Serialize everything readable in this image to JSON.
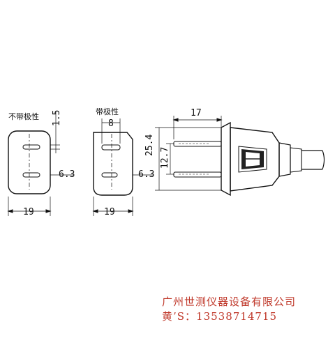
{
  "diagram": {
    "left_view": {
      "label": "不带极性",
      "dim_pin_gap": "1.5",
      "dim_pin_spacing": "6.3",
      "dim_width": "19"
    },
    "middle_view": {
      "label": "带极性",
      "dim_pin_width": "8",
      "dim_pin_spacing": "6.3",
      "dim_width": "19"
    },
    "side_view": {
      "dim_pin_length": "17",
      "dim_body_height": "25.4",
      "dim_pin_offset": "12.7"
    }
  },
  "footer": {
    "company": "广州世测仪器设备有限公司",
    "phone_label": "黄’S：",
    "phone_number": "13538714715"
  },
  "colors": {
    "line": "#111111",
    "footer_text": "#c0392b"
  }
}
